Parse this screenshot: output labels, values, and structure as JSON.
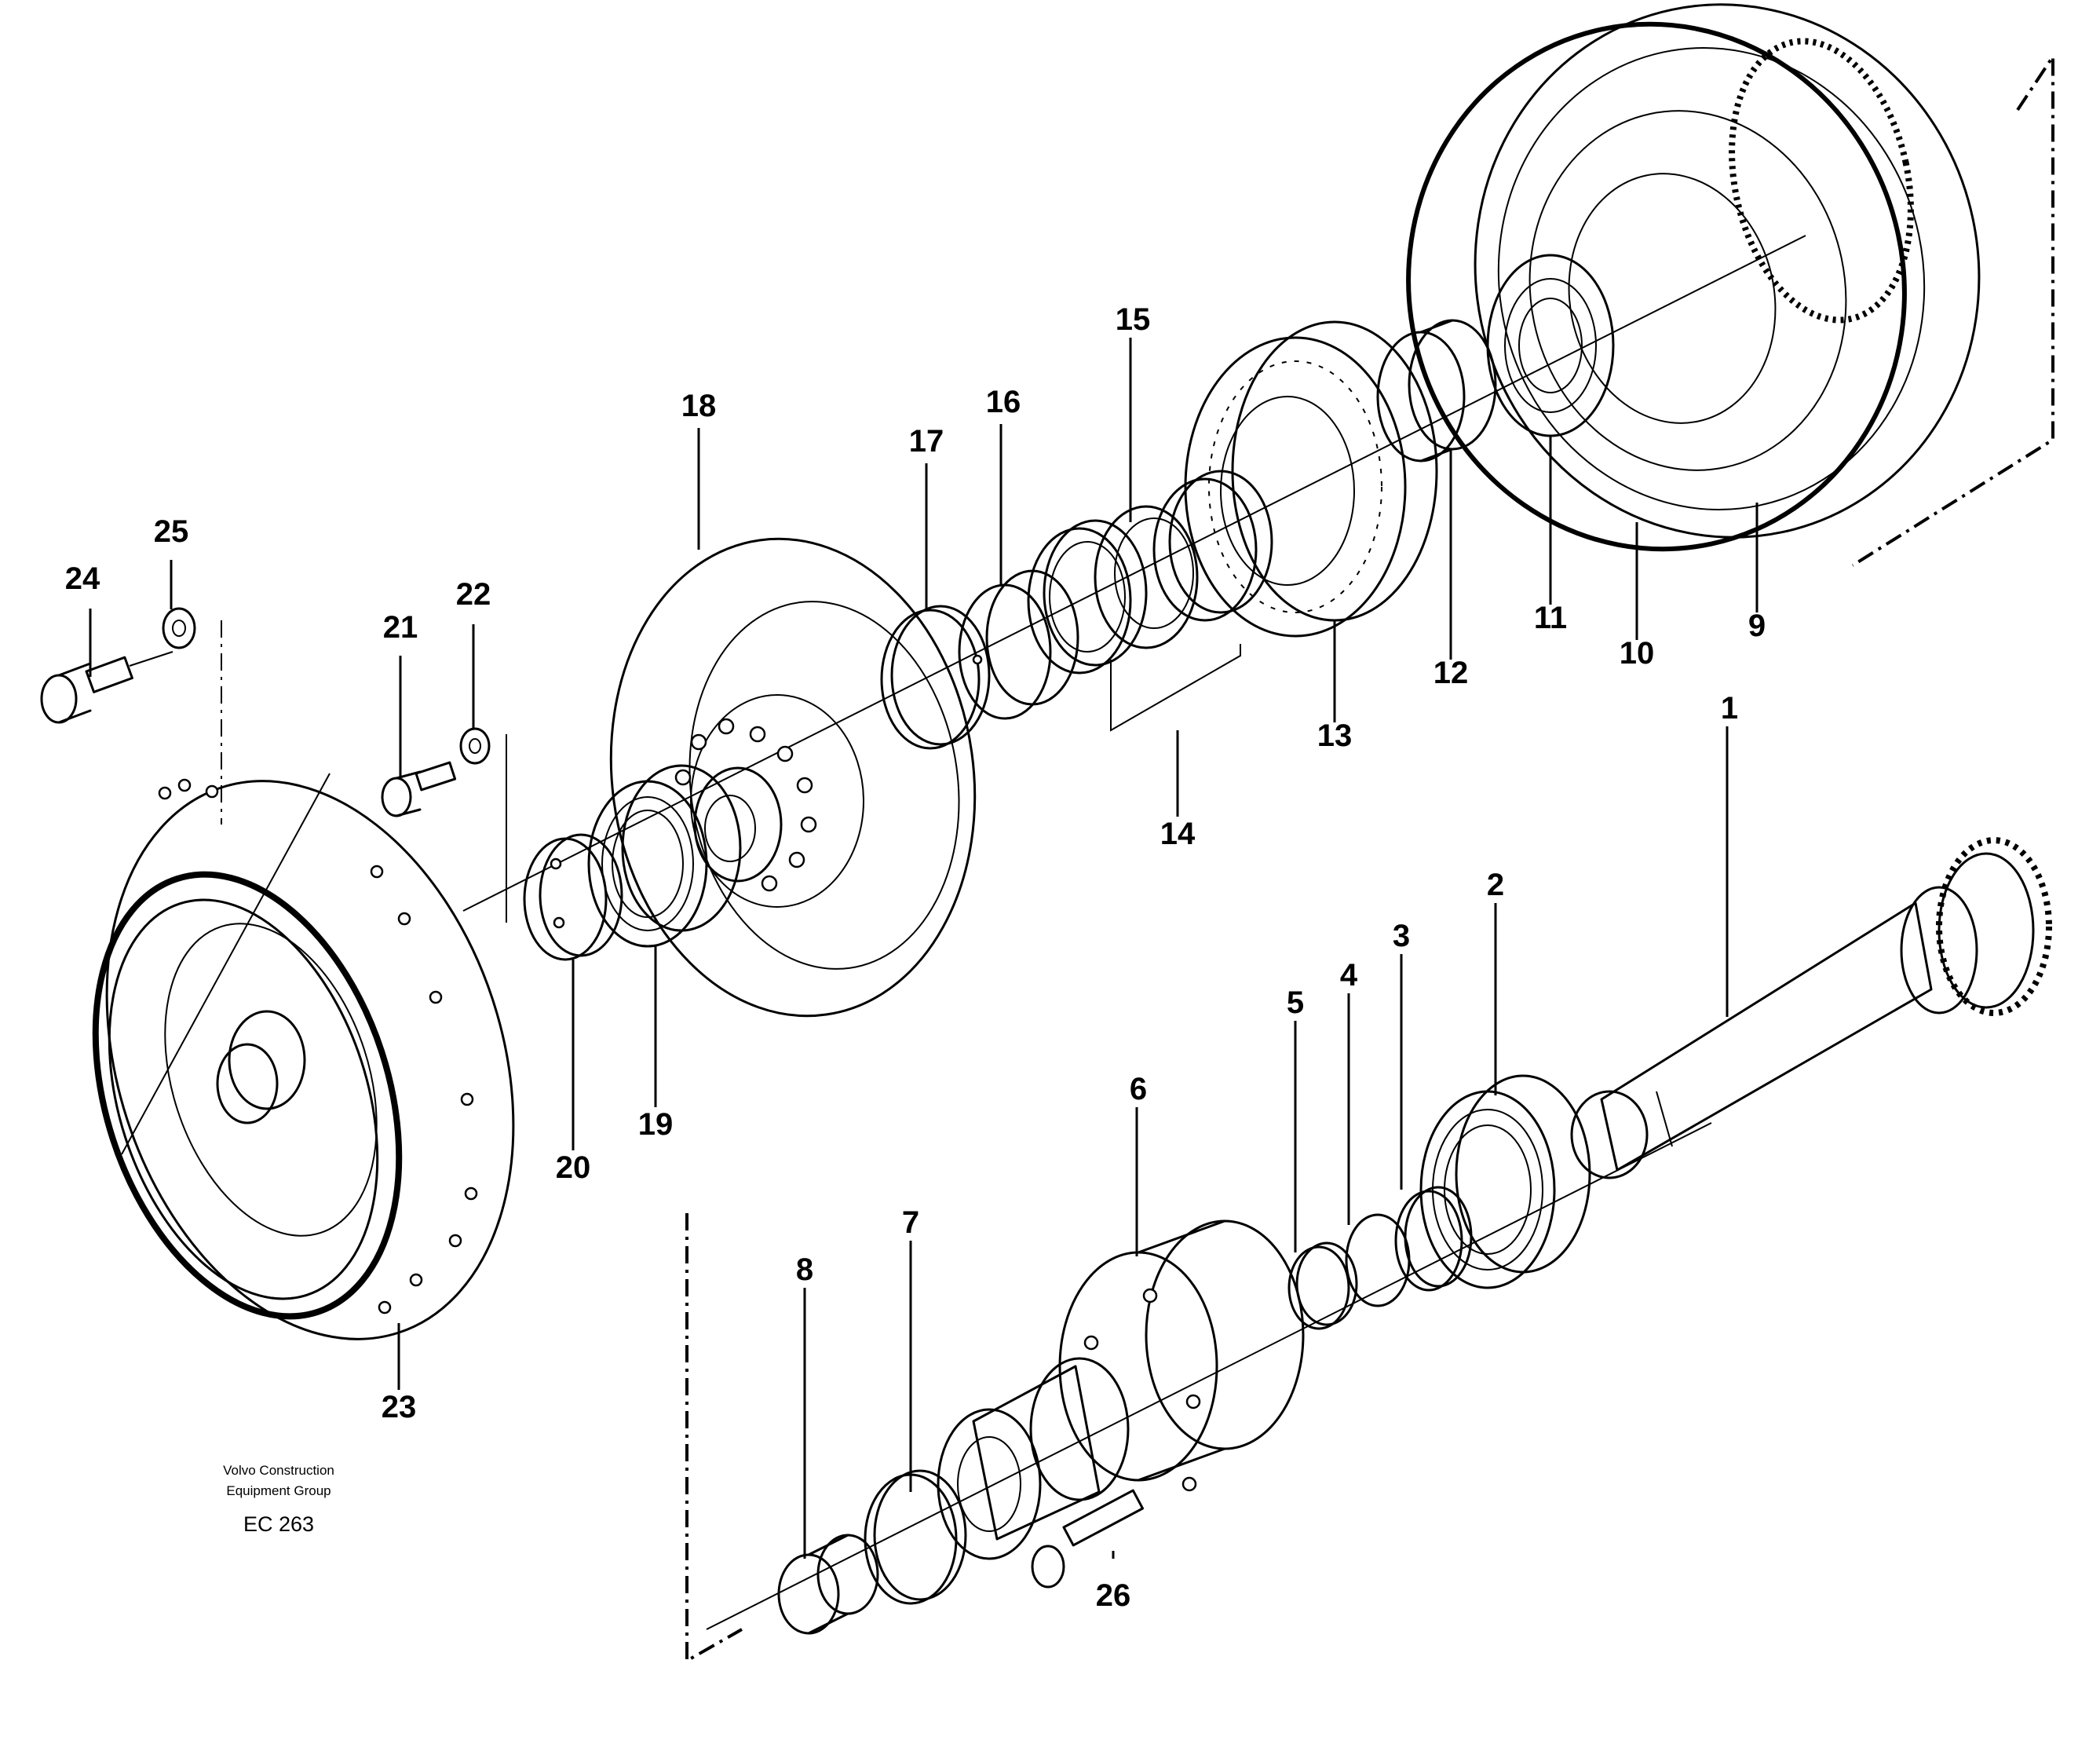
{
  "callouts": [
    "1",
    "2",
    "3",
    "4",
    "5",
    "6",
    "7",
    "8",
    "9",
    "10",
    "11",
    "12",
    "13",
    "14",
    "15",
    "16",
    "17",
    "18",
    "19",
    "20",
    "21",
    "22",
    "23",
    "24",
    "25",
    "26"
  ],
  "credit": {
    "line1": "Volvo Construction",
    "line2": "Equipment Group",
    "code": "EC 263"
  }
}
